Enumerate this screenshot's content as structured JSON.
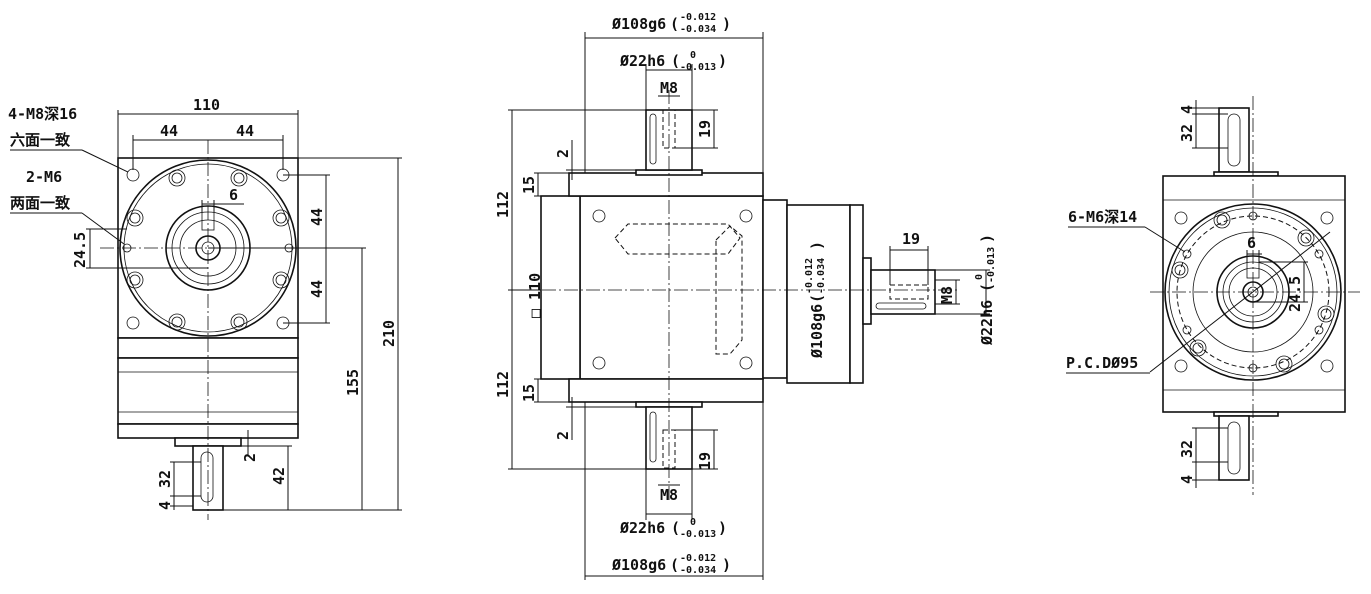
{
  "left_view": {
    "width_total": "110",
    "hole_spacing_left": "44",
    "hole_spacing_right": "44",
    "note_m8": "4-M8深16",
    "note_six_faces": "六面一致",
    "note_m6": "2-M6",
    "note_two_faces": "两面一致",
    "key_width": "6",
    "offset_24_5": "24.5",
    "vert_44_upper": "44",
    "vert_44_lower": "44",
    "height_210": "210",
    "height_155": "155",
    "height_42": "42",
    "step_2": "2",
    "key_len_32": "32",
    "key_off_4": "4"
  },
  "center_view": {
    "flange_top_dia": "Ø108g6",
    "flange_top_tol_upper": "-0.012",
    "flange_top_tol_lower": "-0.034",
    "shaft_top_dia": "Ø22h6",
    "shaft_top_tol_upper": "0",
    "shaft_top_tol_lower": "-0.013",
    "thread_top": "M8",
    "depth_top": "19",
    "gap_top": "2",
    "len_top_112": "112",
    "len_top_15": "15",
    "square_size": "□ 110",
    "len_bot_112": "112",
    "len_bot_15": "15",
    "gap_bot": "2",
    "depth_bot": "19",
    "thread_bot": "M8",
    "shaft_bot_dia": "Ø22h6",
    "shaft_bot_tol_upper": "0",
    "shaft_bot_tol_lower": "-0.013",
    "flange_bot_dia": "Ø108g6",
    "flange_bot_tol_upper": "-0.012",
    "flange_bot_tol_lower": "-0.034",
    "flange_side_dia": "Ø108g6",
    "flange_side_tol_upper": "-0.012",
    "flange_side_tol_lower": "-0.034",
    "depth_side": "19",
    "thread_side": "M8",
    "shaft_side_dia": "Ø22h6",
    "shaft_side_tol_upper": "0",
    "shaft_side_tol_lower": "-0.013"
  },
  "right_view": {
    "key_off_top_4": "4",
    "key_len_top_32": "32",
    "note_m6": "6-M6深14",
    "key_width": "6",
    "offset_24_5": "24.5",
    "pcd": "P.C.DØ95",
    "key_len_bot_32": "32",
    "key_off_bot_4": "4"
  }
}
